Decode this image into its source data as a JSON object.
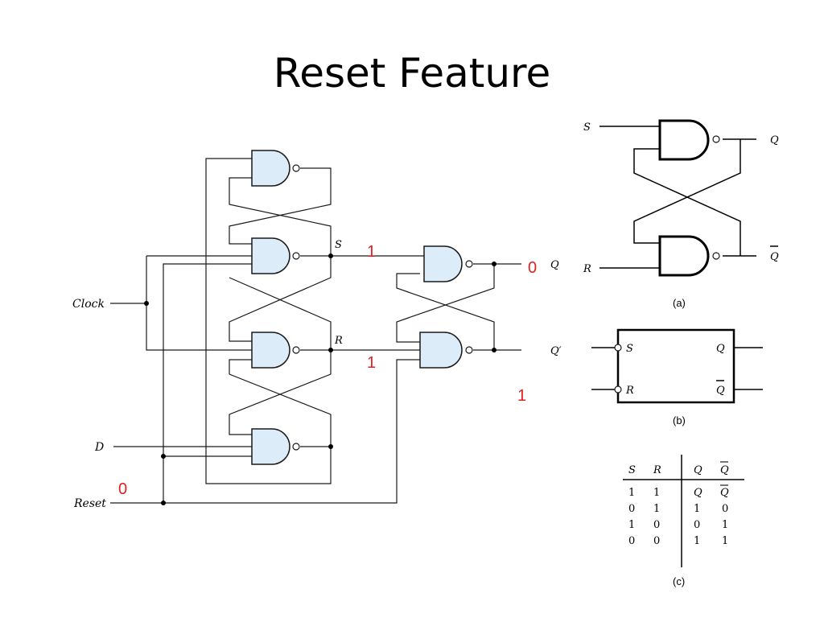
{
  "title": "Reset Feature",
  "colors": {
    "gate_fill": "#dcecf8",
    "annotation": "#e02020"
  },
  "circuit": {
    "labels": {
      "clock": "Clock",
      "d": "D",
      "reset": "Reset",
      "s": "S",
      "r": "R",
      "q": "Q",
      "q_prime": "Q′"
    },
    "annotations": {
      "s_value": "1",
      "r_value": "1",
      "q_value": "0",
      "q_prime_value": "1",
      "reset_value": "0"
    }
  },
  "latch": {
    "a": {
      "s": "S",
      "r": "R",
      "q": "Q",
      "q_bar": "Q",
      "caption": "(a)"
    },
    "b": {
      "s": "S",
      "r": "R",
      "q": "Q",
      "q_bar": "Q",
      "caption": "(b)"
    }
  },
  "truth_table": {
    "headers": [
      "S",
      "R",
      "Q",
      "Q"
    ],
    "rows": [
      [
        "1",
        "1",
        "Q",
        "Q"
      ],
      [
        "0",
        "1",
        "1",
        "0"
      ],
      [
        "1",
        "0",
        "0",
        "1"
      ],
      [
        "0",
        "0",
        "1",
        "1"
      ]
    ],
    "caption": "(c)"
  }
}
